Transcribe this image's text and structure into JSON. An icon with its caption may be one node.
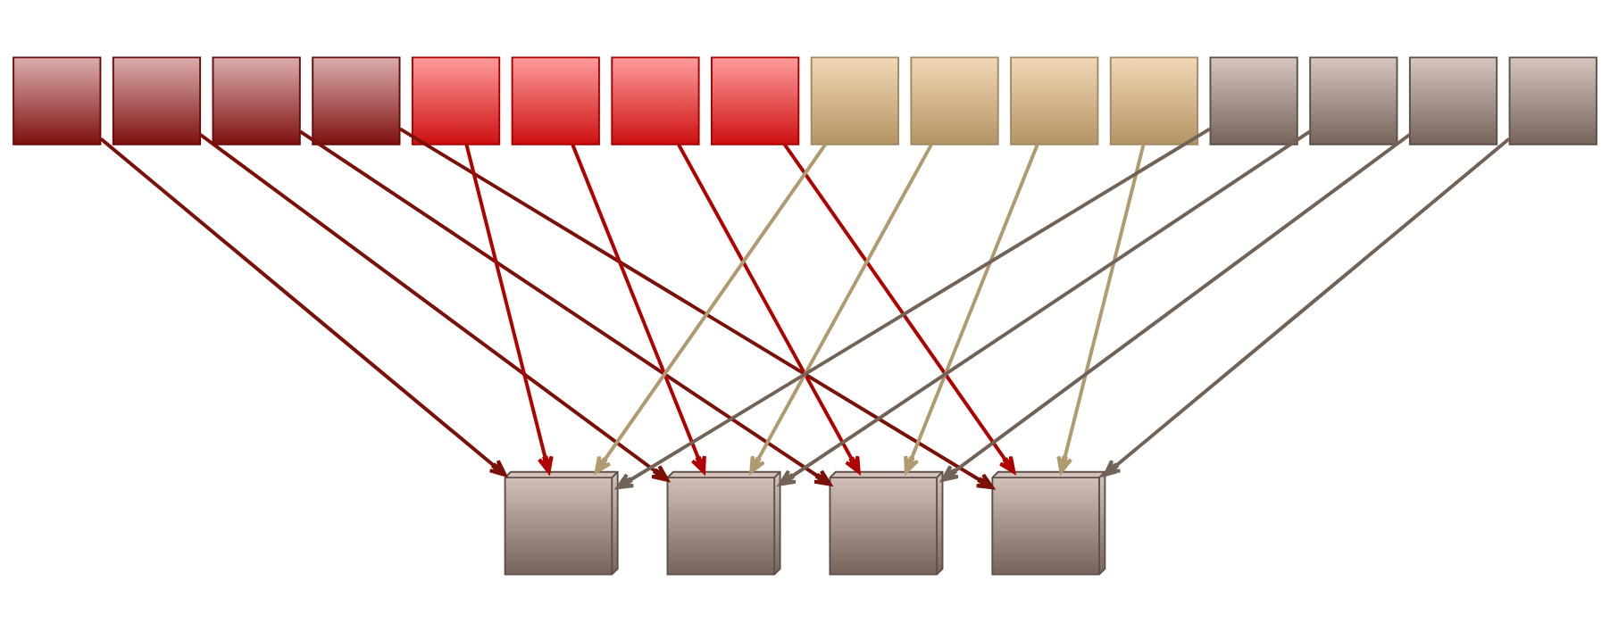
{
  "diagram": {
    "nodes": [
      {
        "text": [],
        "shape": "box"
      },
      {
        "text": [],
        "shape": "box"
      },
      {
        "text": [],
        "shape": "box"
      },
      {
        "text": [],
        "shape": "box"
      },
      {
        "text": [],
        "shape": "box"
      },
      {
        "text": [],
        "shape": "box"
      },
      {
        "text": [],
        "shape": "box"
      },
      {
        "text": [],
        "shape": "box"
      },
      {
        "text": [],
        "shape": "box"
      },
      {
        "text": [],
        "shape": "box"
      },
      {
        "text": [],
        "shape": "box"
      },
      {
        "text": [],
        "shape": "box"
      },
      {
        "text": [],
        "shape": "box"
      },
      {
        "text": [],
        "shape": "box"
      },
      {
        "text": [],
        "shape": "box"
      },
      {
        "text": [],
        "shape": "box"
      },
      {
        "text": [],
        "shape": "stack"
      },
      {
        "text": [],
        "shape": "stack"
      },
      {
        "text": [],
        "shape": "stack"
      },
      {
        "text": [],
        "shape": "stack"
      }
    ],
    "edges": [
      {
        "from": 0,
        "to": 16,
        "arrow": "to",
        "color": "#7a1008"
      },
      {
        "from": 1,
        "to": 17,
        "arrow": "to",
        "color": "#7a1008"
      },
      {
        "from": 2,
        "to": 18,
        "arrow": "to",
        "color": "#7a1008"
      },
      {
        "from": 3,
        "to": 19,
        "arrow": "to",
        "color": "#7a1008"
      },
      {
        "from": 4,
        "to": 16,
        "arrow": "to",
        "color": "#b00000"
      },
      {
        "from": 5,
        "to": 17,
        "arrow": "to",
        "color": "#b00000"
      },
      {
        "from": 6,
        "to": 18,
        "arrow": "to",
        "color": "#b00000"
      },
      {
        "from": 7,
        "to": 19,
        "arrow": "to",
        "color": "#b00000"
      },
      {
        "from": 8,
        "to": 16,
        "arrow": "to",
        "color": "#b09a70"
      },
      {
        "from": 9,
        "to": 17,
        "arrow": "to",
        "color": "#b09a70"
      },
      {
        "from": 10,
        "to": 18,
        "arrow": "to",
        "color": "#b09a70"
      },
      {
        "from": 11,
        "to": 19,
        "arrow": "to",
        "color": "#b09a70"
      },
      {
        "from": 12,
        "to": 16,
        "arrow": "to",
        "color": "#736357"
      },
      {
        "from": 13,
        "to": 17,
        "arrow": "to",
        "color": "#736357"
      },
      {
        "from": 14,
        "to": 18,
        "arrow": "to",
        "color": "#736357"
      },
      {
        "from": 15,
        "to": 19,
        "arrow": "to",
        "color": "#736357"
      }
    ]
  }
}
